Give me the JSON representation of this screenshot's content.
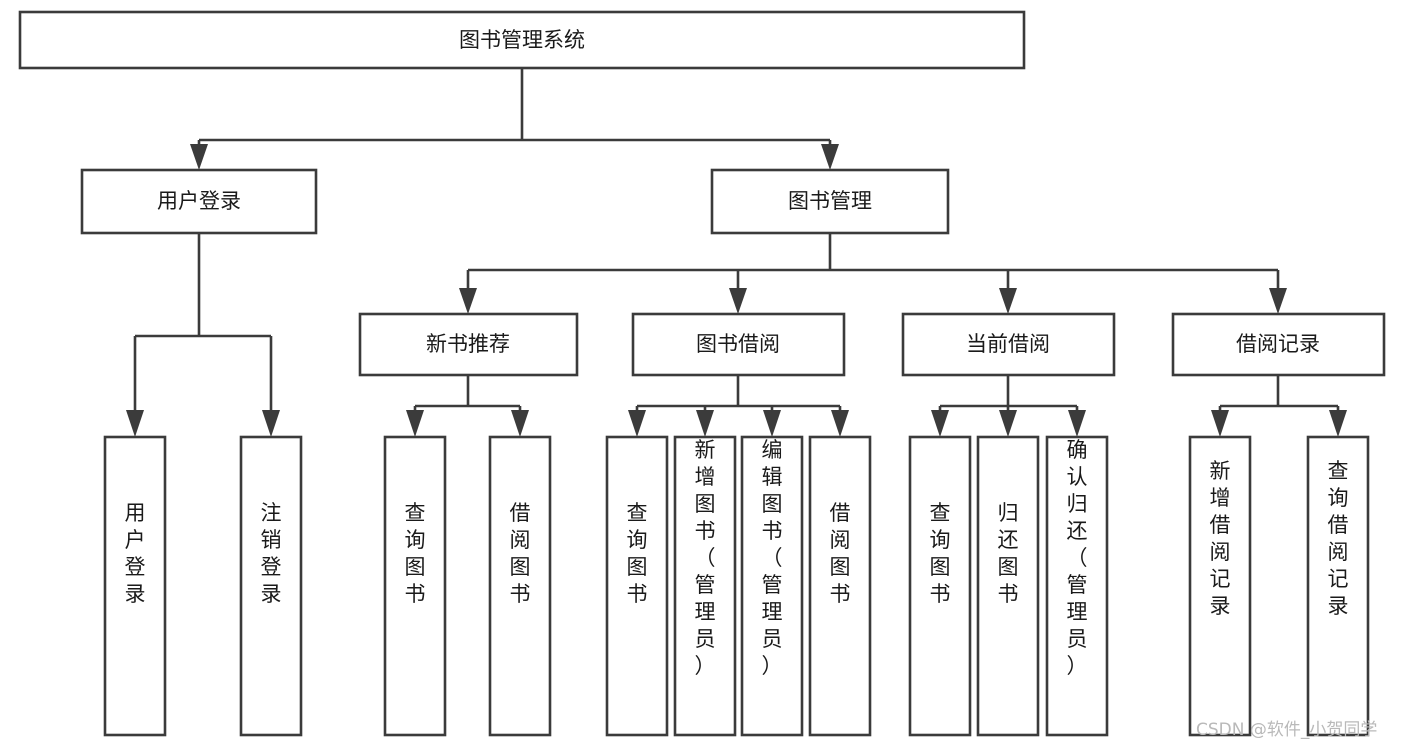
{
  "diagram": {
    "title": "图书管理系统",
    "type": "hierarchy-tree",
    "watermark": "CSDN @软件_小贺同学",
    "colors": {
      "background": "#ffffff",
      "box_stroke": "#3b3b3b",
      "box_fill": "#ffffff",
      "text": "#1a1a1a",
      "watermark": "#b9b9b9"
    },
    "nodes": {
      "root": {
        "label": "图书管理系统"
      },
      "level2": [
        {
          "id": "user-login",
          "label": "用户登录"
        },
        {
          "id": "book-management",
          "label": "图书管理"
        }
      ],
      "level3": [
        {
          "id": "new-book-recommend",
          "label": "新书推荐"
        },
        {
          "id": "book-borrow",
          "label": "图书借阅"
        },
        {
          "id": "current-borrow",
          "label": "当前借阅"
        },
        {
          "id": "borrow-record",
          "label": "借阅记录"
        }
      ],
      "leaves_user_login": [
        {
          "id": "leaf-user-login",
          "label": "用户登录"
        },
        {
          "id": "leaf-user-logout",
          "label": "注销登录"
        }
      ],
      "leaves_new_book_recommend": [
        {
          "id": "leaf-query-book-1",
          "label": "查询图书"
        },
        {
          "id": "leaf-borrow-book-1",
          "label": "借阅图书"
        }
      ],
      "leaves_book_borrow": [
        {
          "id": "leaf-query-book-2",
          "label": "查询图书"
        },
        {
          "id": "leaf-add-book",
          "label": "新增图书（管理员）"
        },
        {
          "id": "leaf-edit-book",
          "label": "编辑图书（管理员）"
        },
        {
          "id": "leaf-borrow-book-2",
          "label": "借阅图书"
        }
      ],
      "leaves_current_borrow": [
        {
          "id": "leaf-query-book-3",
          "label": "查询图书"
        },
        {
          "id": "leaf-return-book",
          "label": "归还图书"
        },
        {
          "id": "leaf-confirm-return",
          "label": "确认归还（管理员）"
        }
      ],
      "leaves_borrow_record": [
        {
          "id": "leaf-add-borrow-record",
          "label": "新增借阅记录"
        },
        {
          "id": "leaf-query-borrow-record",
          "label": "查询借阅记录"
        }
      ]
    }
  }
}
